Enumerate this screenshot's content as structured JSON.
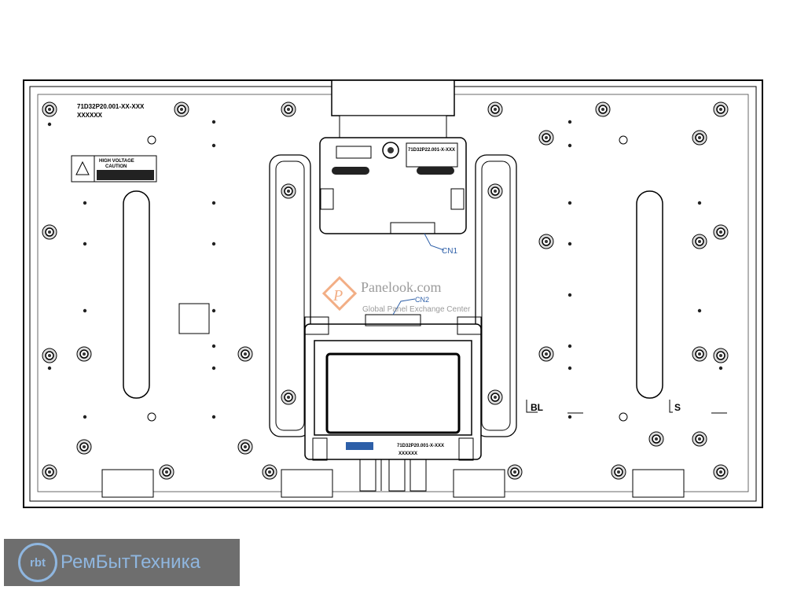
{
  "panel": {
    "part_number": "71D32P20.001-XX-XXX",
    "serial": "XXXXXX",
    "warning_title": "HIGH VOLTAGE",
    "warning_subtitle": "CAUTION",
    "board_top_label": "71D32P22.001-X-XXX",
    "board_bottom_label": "71D32P20.001-X-XXX",
    "board_bottom_serial": "XXXXXX",
    "connector_1": "CN1",
    "connector_2": "CN2",
    "backlight_marker": "BL",
    "s_marker": "S"
  },
  "watermark": {
    "site": "Panelook.com",
    "tagline": "Global Panel Exchange Center"
  },
  "brand": {
    "mark": "rbt",
    "name": "РемБытТехника"
  },
  "colors": {
    "line": "#000000",
    "watermark_orange": "#f0a070",
    "watermark_text": "#8a8a8a",
    "brand_bg": "#6e6e6e",
    "brand_blue": "#8fb6df",
    "connector_blue": "#2d5fa8"
  }
}
